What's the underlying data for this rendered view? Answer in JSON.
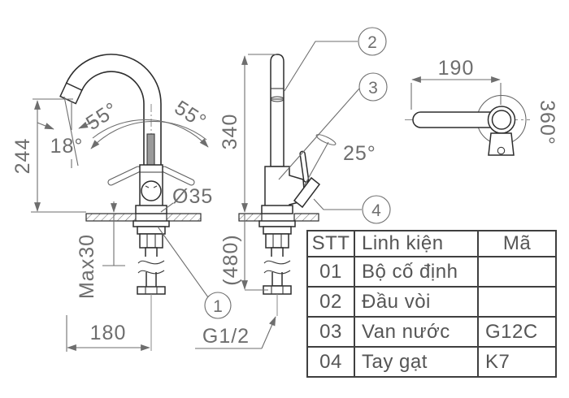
{
  "front_view": {
    "labels": {
      "spout_height": "244",
      "spout_angle": "18°",
      "swing_left": "55°",
      "swing_right": "55°",
      "body_diameter": "Ø35",
      "max_deck": "Max30",
      "reach": "180"
    }
  },
  "side_view": {
    "labels": {
      "height": "340",
      "total_height": "(480)",
      "handle_angle": "25°",
      "thread": "G1/2"
    }
  },
  "top_view": {
    "labels": {
      "arm_length": "190",
      "rotation": "360°"
    }
  },
  "callouts": {
    "c1": "1",
    "c2": "2",
    "c3": "3",
    "c4": "4"
  },
  "table": {
    "headers": [
      "STT",
      "Linh kiện",
      "Mã"
    ],
    "rows": [
      [
        "01",
        "Bộ cố định",
        ""
      ],
      [
        "02",
        "Đầu vòi",
        ""
      ],
      [
        "03",
        "Van nước",
        "G12C"
      ],
      [
        "04",
        "Tay gạt",
        "K7"
      ]
    ]
  },
  "colors": {
    "line": "#2d2d2d",
    "dimension": "#6e6e6e",
    "table_border": "#3f3f3f"
  }
}
